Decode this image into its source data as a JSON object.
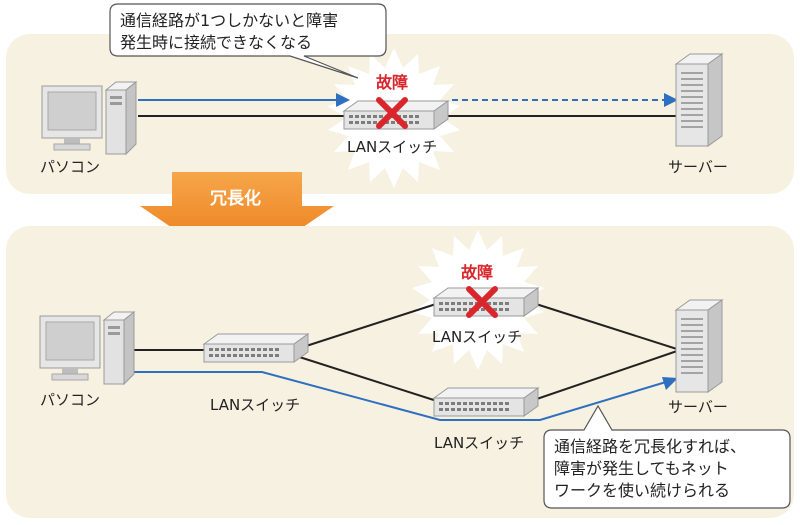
{
  "top": {
    "pc_label": "パソコン",
    "switch_label": "LANスイッチ",
    "server_label": "サーバー",
    "fault_label": "故障",
    "callout_lines": [
      "通信経路が1つしかないと障害",
      "発生時に接続できなくなる"
    ]
  },
  "transition": {
    "label": "冗長化"
  },
  "bottom": {
    "pc_label": "パソコン",
    "switch_left_label": "LANスイッチ",
    "switch_upper_label": "LANスイッチ",
    "switch_lower_label": "LANスイッチ",
    "server_label": "サーバー",
    "fault_label": "故障",
    "callout_lines": [
      "通信経路を冗長化すれば、",
      "障害が発生してもネット",
      "ワークを使い続けられる"
    ]
  },
  "colors": {
    "panel": "#f7f1e2",
    "route": "#2f6fbf",
    "fault": "#d9262c",
    "arrow": "#ee7d1a"
  }
}
